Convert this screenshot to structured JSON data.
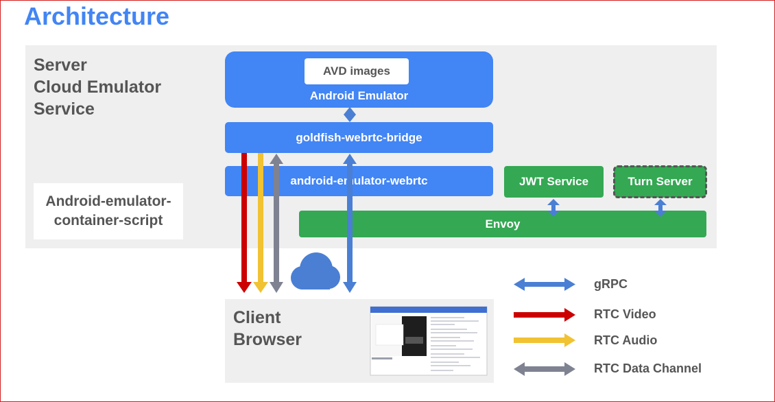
{
  "title": "Architecture",
  "server": {
    "title_line1": "Server",
    "title_line2": "Cloud Emulator",
    "title_line3": "Service",
    "script_line1": "Android-emulator-",
    "script_line2": "container-script"
  },
  "emulator": {
    "avd_label": "AVD images",
    "emulator_label": "Android Emulator",
    "bridge_label": "goldfish-webrtc-bridge",
    "webrtc_label": "android-emulator-webrtc"
  },
  "services": {
    "jwt_label": "JWT Service",
    "turn_label": "Turn Server",
    "envoy_label": "Envoy"
  },
  "client": {
    "title_line1": "Client",
    "title_line2": "Browser"
  },
  "legend": {
    "items": [
      {
        "label": "gRPC",
        "color": "#4a7fd4"
      },
      {
        "label": "RTC Video",
        "color": "#cc0000"
      },
      {
        "label": "RTC Audio",
        "color": "#f1c232"
      },
      {
        "label": "RTC Data Channel",
        "color": "#7f8291"
      }
    ]
  },
  "colors": {
    "accent_blue": "#4285f4",
    "green": "#34a853",
    "panel_gray": "#efefef",
    "text_gray": "#555555",
    "frame_red": "#d21f1f"
  }
}
